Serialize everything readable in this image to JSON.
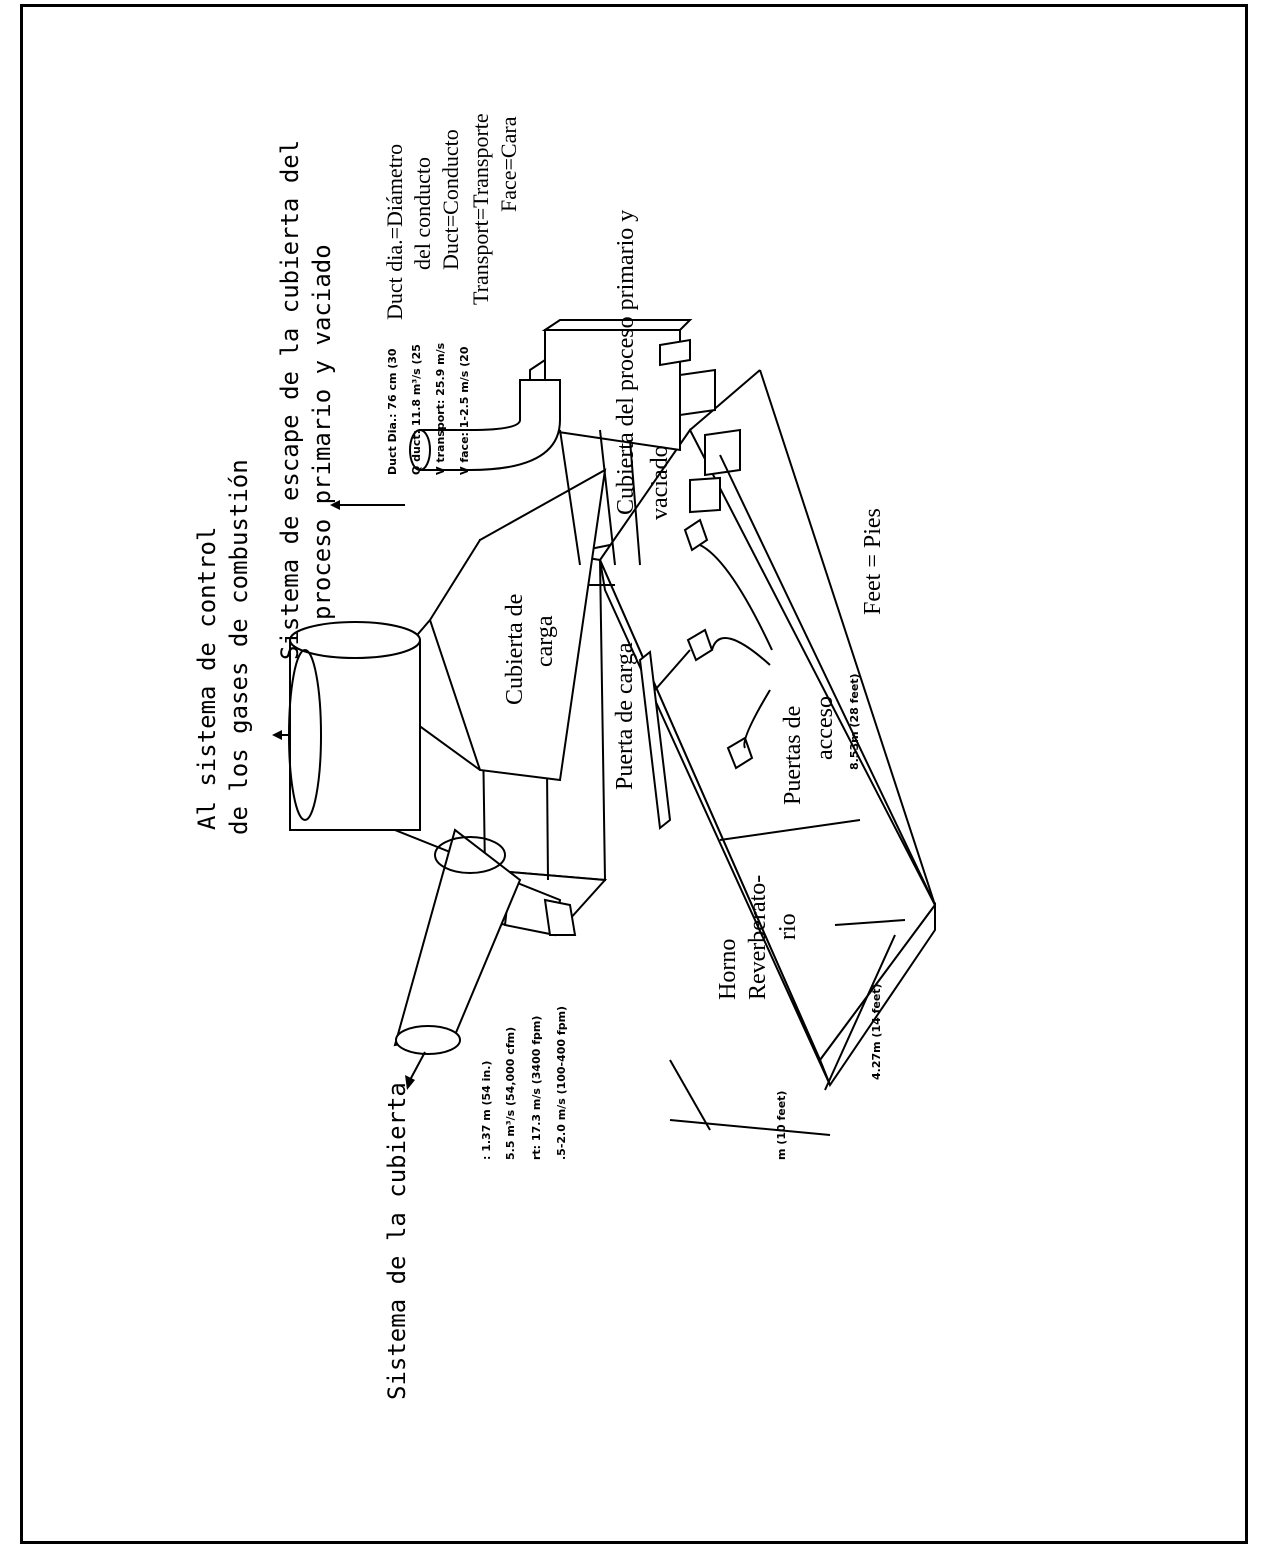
{
  "labels": {
    "control_system_1": "Al sistema de control",
    "control_system_2": "de los gases de combustión",
    "exhaust_1": "Sistema de escape de la cubierta del",
    "exhaust_2": "proceso primario y vaciado",
    "hood_system": "Sistema de la cubierta",
    "charging_hood_1": "Cubierta de",
    "charging_hood_2": "carga",
    "charging_door": "Puerta de carga",
    "primary_hood_1": "Cubierta del proceso primario y",
    "primary_hood_2": "vaciado",
    "furnace_1": "Horno",
    "furnace_2": "Reverberato-",
    "furnace_3": "rio",
    "access_doors_1": "Puertas de",
    "access_doors_2": "acceso",
    "feet": "Feet = Pies"
  },
  "glossary": [
    "Duct dia.=Diámetro",
    "del conducto",
    "Duct=Conducto",
    "Transport=Transporte",
    "Face=Cara"
  ],
  "spec_right": [
    "Duct Dia.: 76 cm (30",
    "Q duct: 11.8 m³/s (25",
    "V transport: 25.9 m/s",
    "V face: 1-2.5 m/s (20"
  ],
  "spec_left": [
    ": 1.37 m (54 in.)",
    "5.5 m³/s (54,000 cfm)",
    "rt: 17.3 m/s (3400 fpm)",
    ".5-2.0 m/s (100-400 fpm)"
  ],
  "dimensions": {
    "length": "8.53m (28 feet)",
    "width": "4.27m (14 feet)",
    "height": "m (10 feet)"
  }
}
